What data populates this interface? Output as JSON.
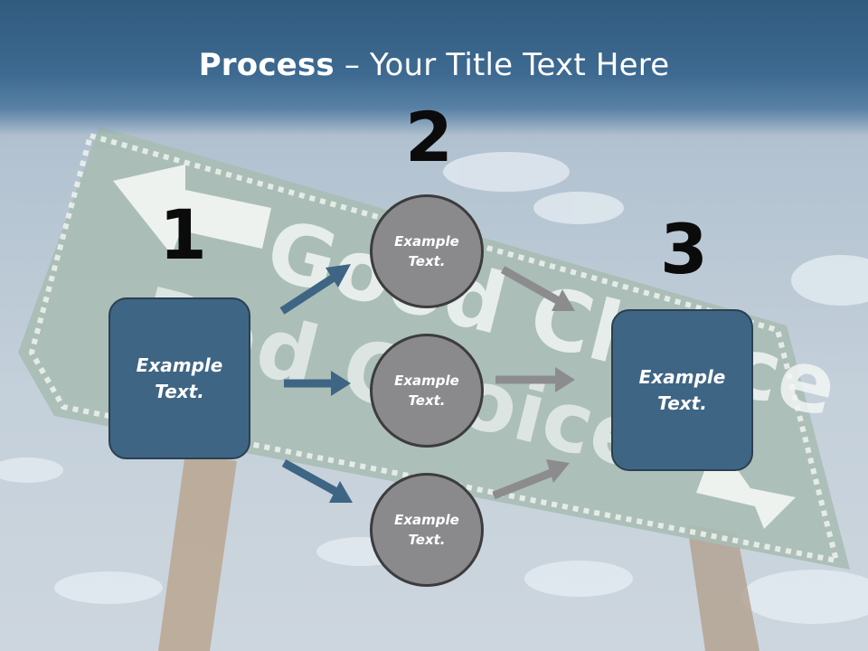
{
  "slide": {
    "title_bold": "Process",
    "title_rest": " – Your Title Text Here",
    "numbers": [
      "1",
      "2",
      "3"
    ],
    "left_box": {
      "line1": "Example",
      "line2": "Text."
    },
    "right_box": {
      "line1": "Example",
      "line2": "Text."
    },
    "circles": [
      {
        "line1": "Example",
        "line2": "Text."
      },
      {
        "line1": "Example",
        "line2": "Text."
      },
      {
        "line1": "Example",
        "line2": "Text."
      }
    ],
    "colors": {
      "header": "#3e6a91",
      "box_fill": "#3f6584",
      "circle_fill": "#8a8a8c",
      "arrow_blue": "#3f6584",
      "arrow_gray": "#8c8c8e"
    },
    "background_image": {
      "sign_text_top": "Good Choice",
      "sign_text_bottom": "Bad Choice"
    }
  }
}
